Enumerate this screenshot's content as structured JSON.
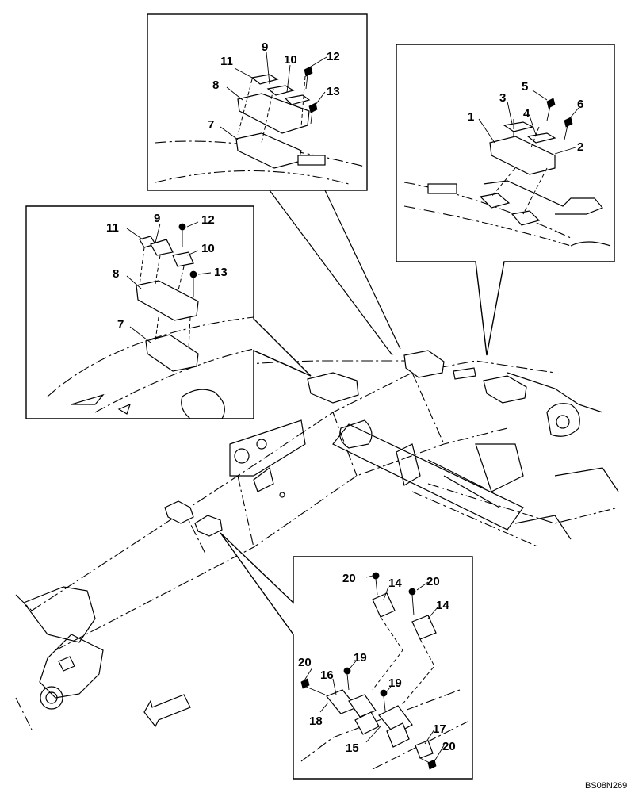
{
  "drawing": {
    "code": "BS08N269",
    "callouts": {
      "inset_top_center": [
        "11",
        "9",
        "10",
        "12",
        "8",
        "13",
        "7"
      ],
      "inset_top_right": [
        "1",
        "3",
        "4",
        "5",
        "6",
        "2"
      ],
      "inset_left": [
        "11",
        "9",
        "12",
        "10",
        "8",
        "13",
        "7"
      ],
      "inset_bottom": [
        "20",
        "14",
        "20",
        "14",
        "20",
        "19",
        "16",
        "19",
        "18",
        "15",
        "17",
        "20"
      ]
    }
  }
}
